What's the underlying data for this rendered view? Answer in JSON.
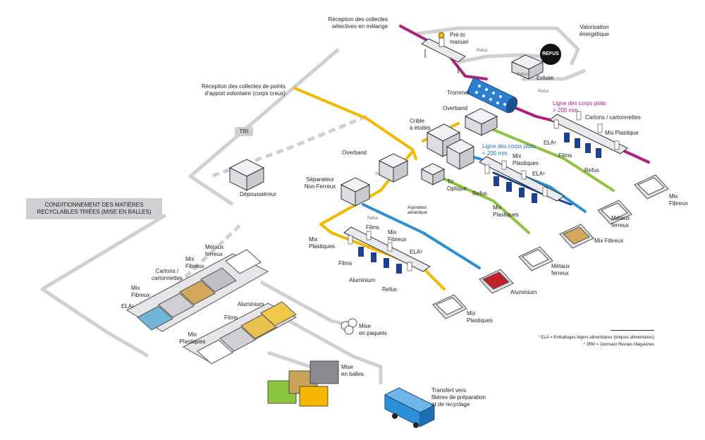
{
  "labels": {
    "reception_melange": "Réception des collectes\nsélectives en mélange",
    "pre_tri": "Pré-tri\nmanuel",
    "valorisation": "Valorisation\nénergétique",
    "refus_disc": "REFUS",
    "refus_1": "Refus",
    "refus_2": "Refus",
    "refus_3": "Refus",
    "ecluse": "Ecluse",
    "reception_pav": "Réception des collectes de points\nd'apport volontaire (corps creux)",
    "trommel": "Trommel",
    "overband_1": "Overband",
    "ligne_plats_big": "Ligne des corps plats\n> 200 mm",
    "cartons_top": "Cartons / cartonnettes",
    "ela_top": "ELA¹",
    "mix_plastique_top": "Mix Plastique",
    "films_top": "Films",
    "refus_top": "Refus",
    "mix_fibreux_top": "Mix\nFibreux",
    "crible": "Crible\nà étoiles",
    "tri_box": "TRI",
    "overband_2": "Overband",
    "ligne_plats_small": "Ligne des corps plats\n< 200 mm",
    "mix_plastiques_mid": "Mix\nPlastiques",
    "ela_mid": "ELA¹",
    "tri_optique": "Tri\nOptique",
    "refus_mid": "Refus",
    "mix_plastiques_mid2": "Mix\nPlastiques",
    "metaux_ferreux_mid": "Métaux\nferreux",
    "depoussiereur": "Dépoussiéreur",
    "separateur": "Séparateur\nNon Ferreux",
    "aspirateur": "Aspirateur\naéraulique",
    "refus_small": "Refus",
    "mix_fibreux_mid": "Mix Fibreux",
    "metaux_ferreux_low": "Métaux\nferreux",
    "films_low": "Films",
    "mix_fibreux_low": "Mix\nFibreux",
    "ela_low": "ELA¹",
    "mix_plastiques_left": "Mix\nPlastiques",
    "films_left": "Films",
    "aluminium_low": "Aluminium",
    "refus_low": "Refus",
    "aluminium_right": "Aluminium",
    "mix_plastiques_bottom": "Mix\nPlastiques",
    "cond_box": "CONDITIONNEMENT DES MATIÈRES\nRECYCLABLES TRIÉES (MISE EN BALLES)",
    "metaux_ferreux_bins": "Métaux\nferreux",
    "mix_fibreux_bins": "Mix\nFibreux",
    "cartons_bins": "Cartons /\ncartonnettes",
    "mix_fibreux_bins2": "Mix\nFibreux",
    "ela_bins": "ELA¹",
    "aluminium_bins": "Aluminium",
    "films_bins": "Films",
    "mix_plastiques_bins": "Mix\nPlastiques",
    "mise_paquets": "Mise\nen paquets",
    "mise_balles": "Mise\nen balles",
    "transfert": "Transfert vers\nfilières de préparation\net de recyclage",
    "footnote_1": "¹ ELA = Emballages légers alimentaires (briques alimentaires)",
    "footnote_2": "² JRM = Journaux Revues Magasines"
  },
  "colors": {
    "magenta": "#b0207a",
    "yellow": "#f5b800",
    "green": "#8cc63f",
    "blue": "#2b8fd6",
    "navy": "#1f3f8f",
    "gray_path": "#cfcfd4",
    "trommel": "#2b7fd0"
  }
}
